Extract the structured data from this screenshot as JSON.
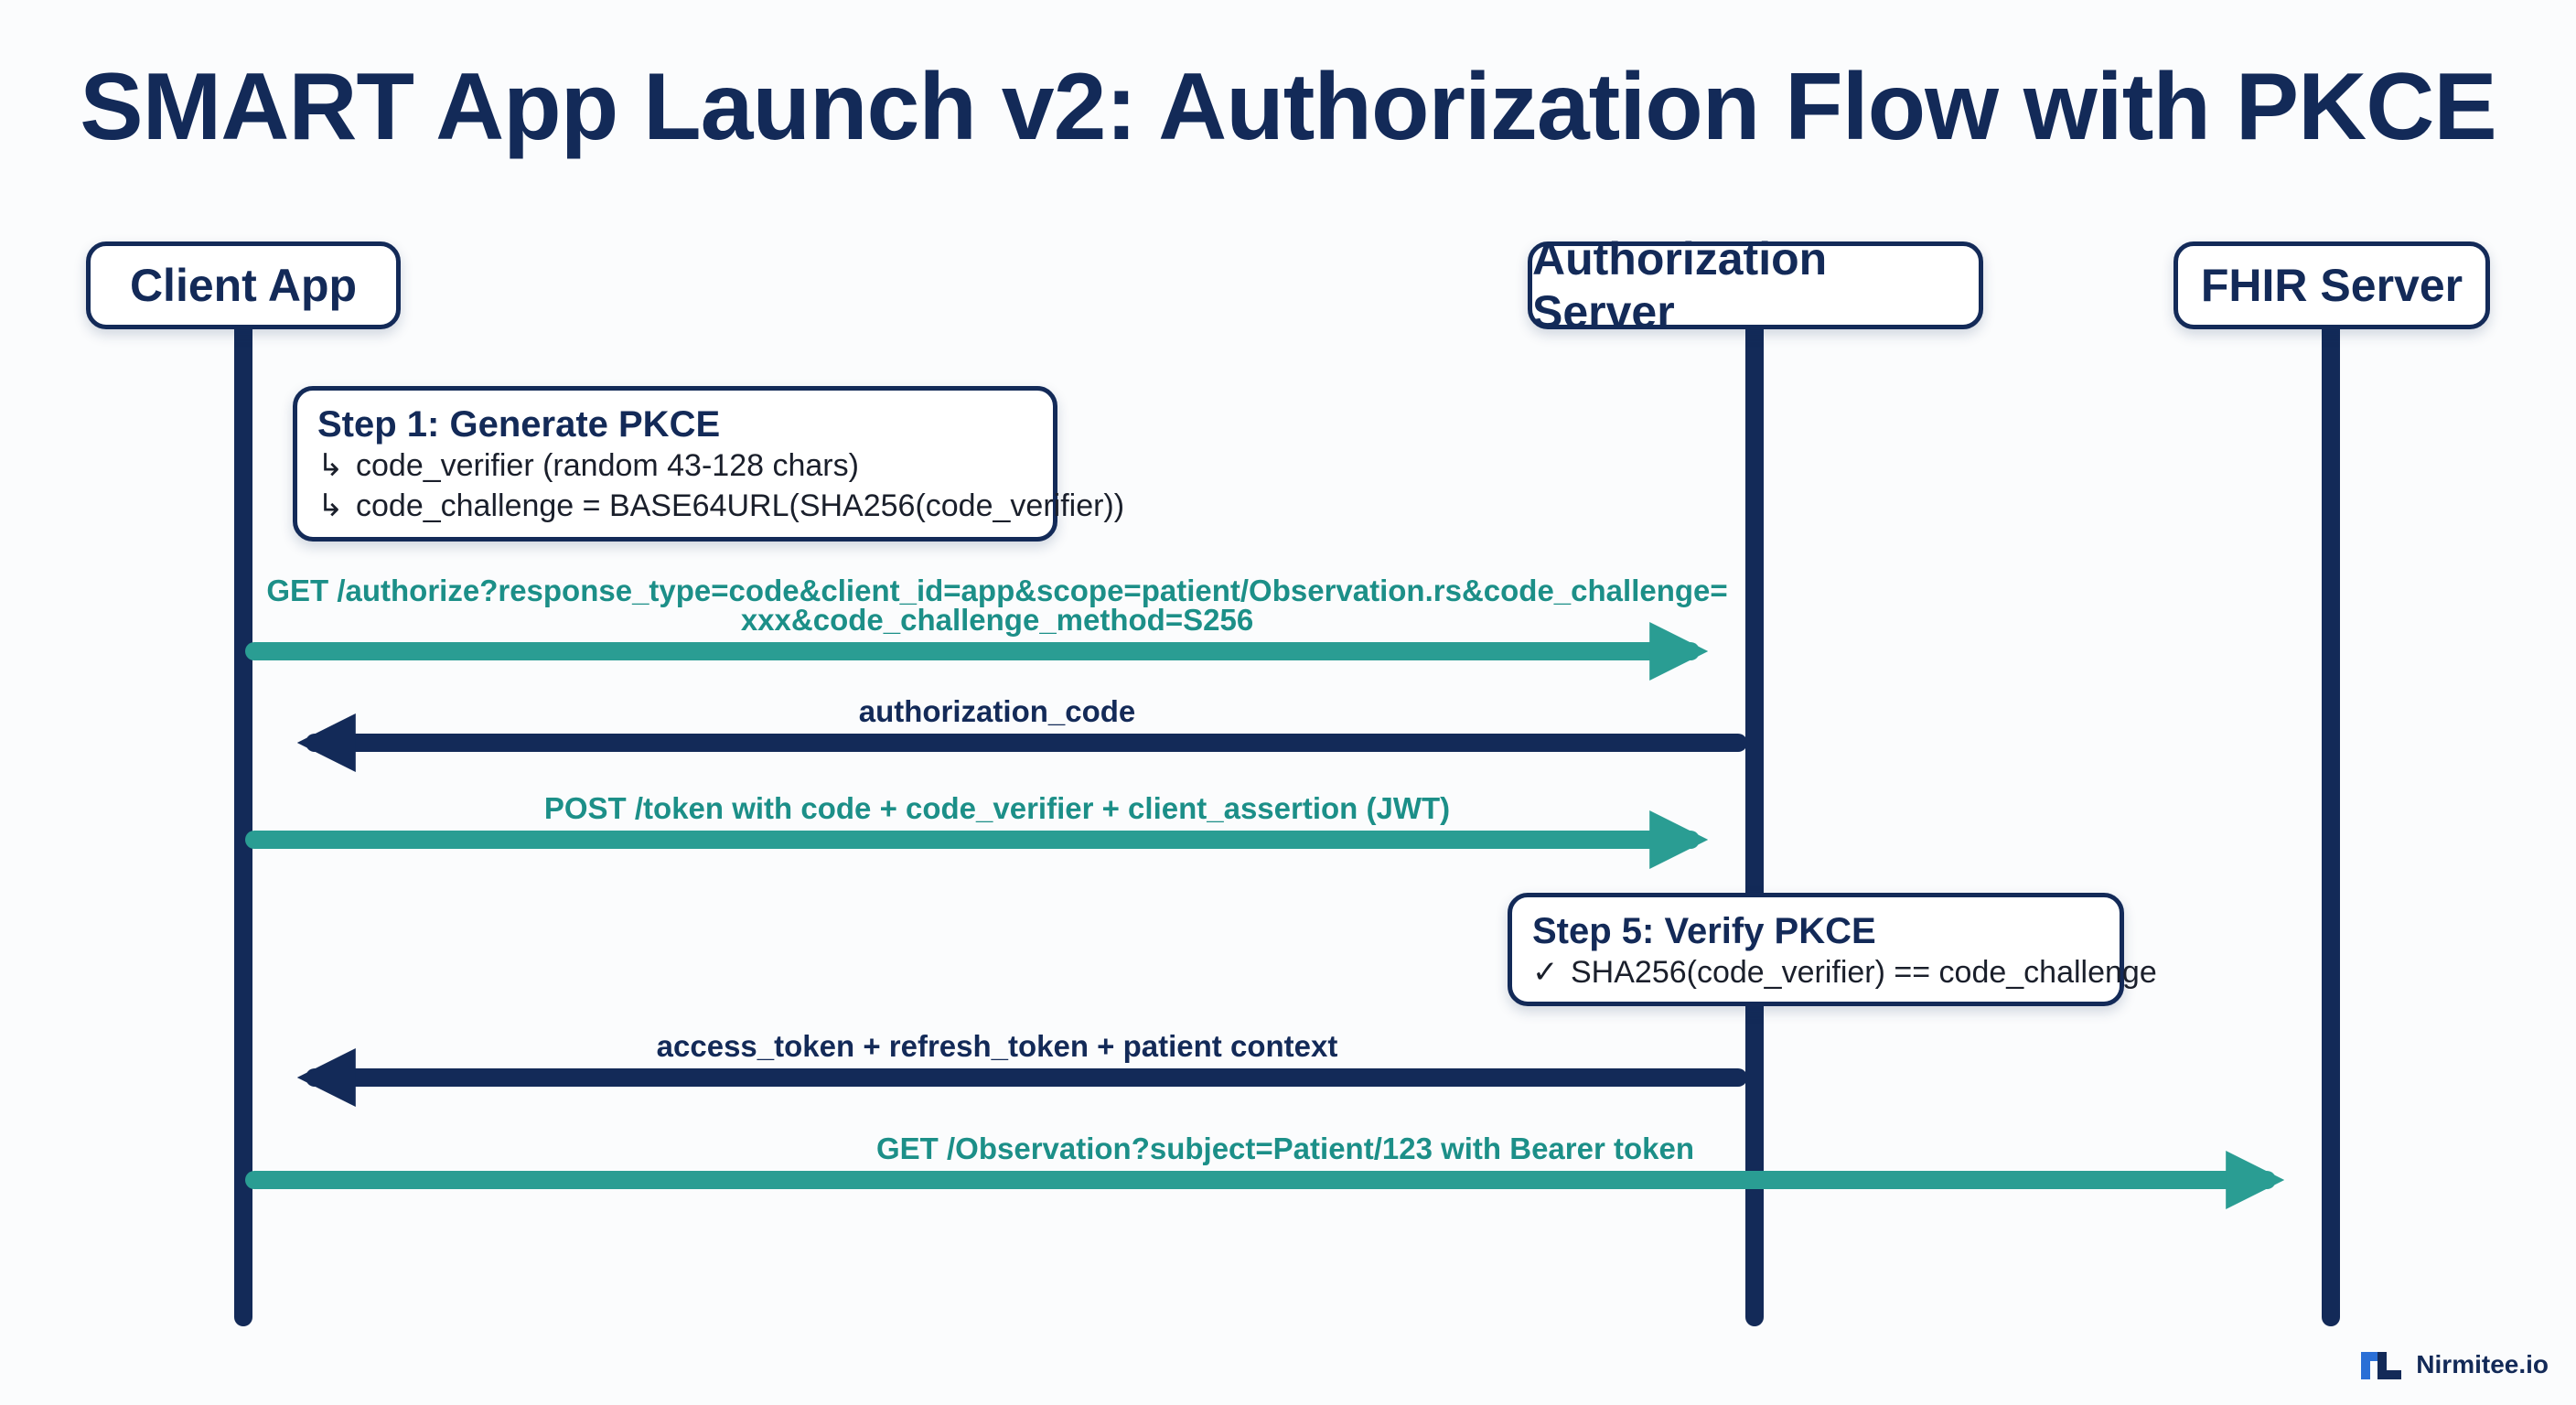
{
  "title": "SMART App Launch v2: Authorization Flow with PKCE",
  "participants": [
    {
      "id": "client",
      "label": "Client App"
    },
    {
      "id": "auth",
      "label": "Authorization Server"
    },
    {
      "id": "fhir",
      "label": "FHIR Server"
    }
  ],
  "notes": {
    "step1": {
      "title": "Step 1: Generate PKCE",
      "lines": [
        {
          "glyph": "↳",
          "text": "code_verifier (random 43-128 chars)"
        },
        {
          "glyph": "↳",
          "text": "code_challenge = BASE64URL(SHA256(code_verifier))"
        }
      ]
    },
    "step5": {
      "title": "Step 5: Verify PKCE",
      "lines": [
        {
          "glyph": "✓",
          "text": "SHA256(code_verifier) == code_challenge"
        }
      ]
    }
  },
  "messages": [
    {
      "from": "client",
      "to": "auth",
      "style": "request",
      "label_lines": [
        "GET /authorize?response_type=code&client_id=app&scope=patient/Observation.rs&code_challenge=",
        "xxx&code_challenge_method=S256"
      ]
    },
    {
      "from": "auth",
      "to": "client",
      "style": "response",
      "label_lines": [
        "authorization_code"
      ]
    },
    {
      "from": "client",
      "to": "auth",
      "style": "request",
      "label_lines": [
        "POST /token with code + code_verifier + client_assertion (JWT)"
      ]
    },
    {
      "from": "auth",
      "to": "client",
      "style": "response",
      "label_lines": [
        "access_token + refresh_token + patient context"
      ]
    },
    {
      "from": "client",
      "to": "fhir",
      "style": "request",
      "label_lines": [
        "GET /Observation?subject=Patient/123 with Bearer token"
      ]
    }
  ],
  "colors": {
    "navy": "#132a58",
    "teal": "#2a9d93",
    "teal_text": "#1c8f88"
  },
  "brand": {
    "text": "Nirmitee.io",
    "icon": "nirmitee-logo-icon"
  }
}
